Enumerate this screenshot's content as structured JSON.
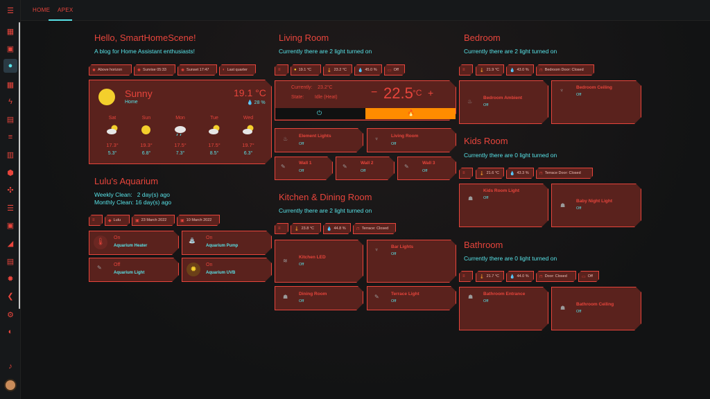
{
  "tabs": {
    "home": "HOME",
    "apex": "APEX"
  },
  "sidebar": {
    "icons": [
      "menu-icon",
      "dashboard-icon",
      "monitor-icon",
      "mushroom-icon",
      "grid-icon",
      "energy-icon",
      "id-card-icon",
      "list-icon",
      "chart-icon",
      "shield-icon",
      "network-icon",
      "server-icon",
      "calendar-icon",
      "analytics-icon",
      "cloud-icon",
      "settings-icon",
      "vscode-icon",
      "gear-icon",
      "compass-icon",
      "bell-icon"
    ]
  },
  "welcome": {
    "title": "Hello, SmartHomeScene!",
    "subtitle": "A blog for Home Assistant enthusiasts!",
    "chips": [
      "Above horizon",
      "Sunrise 05:33",
      "Sunset 17:47",
      "Last quarter"
    ]
  },
  "weather": {
    "condition": "Sunny",
    "location": "Home",
    "temp": "19.1 °C",
    "humidity": "28 %",
    "forecast": [
      {
        "day": "Sat",
        "hi": "17.3°",
        "lo": "5.3°",
        "icon": "partly-cloudy"
      },
      {
        "day": "Sun",
        "hi": "19.3°",
        "lo": "6.8°",
        "icon": "sunny"
      },
      {
        "day": "Mon",
        "hi": "17.5°",
        "lo": "7.3°",
        "icon": "rainy"
      },
      {
        "day": "Tue",
        "hi": "17.5°",
        "lo": "8.5°",
        "icon": "partly-cloudy"
      },
      {
        "day": "Wed",
        "hi": "19.7°",
        "lo": "6.3°",
        "icon": "partly-cloudy"
      }
    ]
  },
  "aquarium": {
    "title": "Lulu's Aquarium",
    "weekly_label": "Weekly Clean:",
    "weekly_value": "2 day(s) ago",
    "monthly_label": "Monthly Clean:",
    "monthly_value": "16 day(s) ago",
    "chips": [
      "Lulu",
      "23 March 2022",
      "10 March 2022"
    ],
    "tiles": [
      {
        "state": "On",
        "name": "Aquarium Heater"
      },
      {
        "state": "On",
        "name": "Aquarium Pump"
      },
      {
        "state": "Off",
        "name": "Aquarium Light"
      },
      {
        "state": "On",
        "name": "Aquarium UVB"
      }
    ]
  },
  "living": {
    "title": "Living Room",
    "subtitle": "Currently there are 2 light turned on",
    "chips": [
      "19.1 °C",
      "23.2 °C",
      "45.0 %",
      "Off"
    ],
    "thermostat": {
      "current_label": "Currently:",
      "current": "23.2°C",
      "state_label": "State:",
      "state": "Idle (Heat)",
      "setpoint": "22.5",
      "unit": "°C",
      "minus": "−",
      "plus": "+"
    },
    "tiles": [
      {
        "name": "Element Lights",
        "state": "Off"
      },
      {
        "name": "Living Room",
        "state": "Off"
      },
      {
        "name": "Wall 1",
        "state": "Off"
      },
      {
        "name": "Wall 2",
        "state": "Off"
      },
      {
        "name": "Wall 3",
        "state": "Off"
      }
    ]
  },
  "kitchen": {
    "title": "Kitchen & Dining Room",
    "subtitle": "Currently there are 2 light turned on",
    "chips": [
      "23.8 °C",
      "44.8 %",
      "Terrace: Closed"
    ],
    "tiles": [
      {
        "name": "Kitchen LED",
        "state": "Off"
      },
      {
        "name": "Bar Lights",
        "state": "Off"
      },
      {
        "name": "Dining Room",
        "state": "Off"
      },
      {
        "name": "Terrace Light",
        "state": "Off"
      }
    ]
  },
  "bedroom": {
    "title": "Bedroom",
    "subtitle": "Currently there are 2 light turned on",
    "chips": [
      "21.9 °C",
      "43.0 %",
      "Bedroom Door: Closed"
    ],
    "tiles": [
      {
        "name": "Bedroom Ambient",
        "state": "Off"
      },
      {
        "name": "Bedroom Ceiling",
        "state": "Off"
      }
    ]
  },
  "kids": {
    "title": "Kids Room",
    "subtitle": "Currently there are 0 light turned on",
    "chips": [
      "21.6 °C",
      "43.3 %",
      "Terrace Door: Closed"
    ],
    "tiles": [
      {
        "name": "Kids Room Light",
        "state": "Off"
      },
      {
        "name": "Baby Night Light",
        "state": "Off"
      }
    ]
  },
  "bathroom": {
    "title": "Bathroom",
    "subtitle": "Currently there are 0 light turned on",
    "chips": [
      "21.7 °C",
      "44.0 %",
      "Door: Closed",
      "Off"
    ],
    "tiles": [
      {
        "name": "Bathroom Entrance",
        "state": "Off"
      },
      {
        "name": "Bathroom Ceiling",
        "state": "Off"
      }
    ]
  },
  "colors": {
    "accent": "#e8453c",
    "cyan": "#58e3e8",
    "card": "#5a221d",
    "orange": "#ff8c00"
  }
}
